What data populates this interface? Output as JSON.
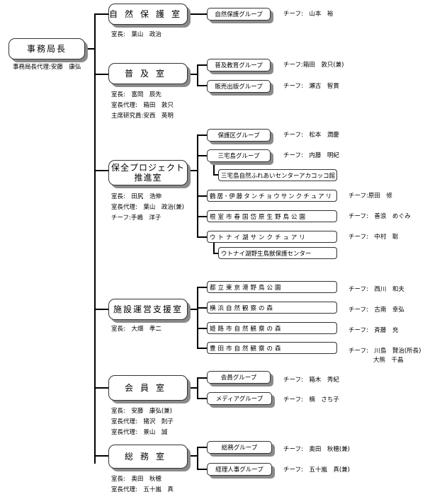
{
  "root": {
    "title": "事務局長",
    "staff": [
      "事務局長代理:安藤　康弘"
    ]
  },
  "departments": [
    {
      "name": "自然保護室",
      "staff": [
        "室長:　葉山　政治"
      ],
      "units": [
        {
          "name": "自然保護グループ",
          "chief": "チーフ:　山本　裕"
        }
      ]
    },
    {
      "name": "普及室",
      "staff": [
        "室長:　富岡　辰先",
        "室長代理:　箱田　敦只",
        "主席研究員:安西　英明"
      ],
      "units": [
        {
          "name": "普及教育グループ",
          "chief": "チーフ:箱田　敦只(兼)"
        },
        {
          "name": "販売出版グループ",
          "chief": "チーフ:　瀬古　智貫"
        }
      ]
    },
    {
      "name": "保全プロジェクト推進室",
      "name_lines": [
        "保全プロジェクト",
        "推進室"
      ],
      "staff": [
        "室長:　田尻　浩伸",
        "室長代理:　葉山　政治(兼)",
        "チーフ:手嶋　洋子"
      ],
      "units": [
        {
          "name": "保護区グループ",
          "chief": "チーフ:　松本　潤慶"
        },
        {
          "name": "三宅島グループ",
          "chief": "チーフ:　内藤　明紀",
          "sub": "三宅島自然ふれあいセンターアカコッコ館"
        },
        {
          "name": "鶴居･伊藤タンチョウサンクチュアリ",
          "chief": "チーフ:原田　修"
        },
        {
          "name": "根室市春国岱原生野鳥公園",
          "chief": "チーフ:　善浪　めぐみ"
        },
        {
          "name": "ウトナイ湖サンクチュアリ",
          "chief": "チーフ:　中村　聡",
          "sub": "ウトナイ湖野生鳥獣保護センター"
        }
      ]
    },
    {
      "name": "施設運営支援室",
      "staff": [
        "室長:　大畑　孝二"
      ],
      "units": [
        {
          "name": "都立東京港野鳥公園",
          "chief": "チーフ:　西川　和夫"
        },
        {
          "name": "横浜自然観察の森",
          "chief": "チーフ:　古南　幸弘"
        },
        {
          "name": "姫路市自然観察の森",
          "chief": "チーフ:　斉藤　充"
        },
        {
          "name": "豊田市自然観察の森",
          "chief": "チーフ:　川島　賢治(所長)",
          "chief2": "大熊　千晶"
        }
      ]
    },
    {
      "name": "会員室",
      "staff": [
        "室長:　安藤　康弘(兼)",
        "室長代理:　猪沢　則子",
        "室長代理:　景山　誠"
      ],
      "units": [
        {
          "name": "会員グループ",
          "chief": "チーフ:　箱木　秀紀"
        },
        {
          "name": "メディアグループ",
          "chief": "チーフ:　楠　さち子"
        }
      ]
    },
    {
      "name": "総務室",
      "staff": [
        "室長:　奥田　秋穂",
        "室長代理:　五十嵐　真"
      ],
      "units": [
        {
          "name": "総務グループ",
          "chief": "チーフ:　奥田　秋穂(兼)"
        },
        {
          "name": "経理人事グループ",
          "chief": "チーフ:　五十嵐　真(兼)"
        }
      ]
    }
  ]
}
